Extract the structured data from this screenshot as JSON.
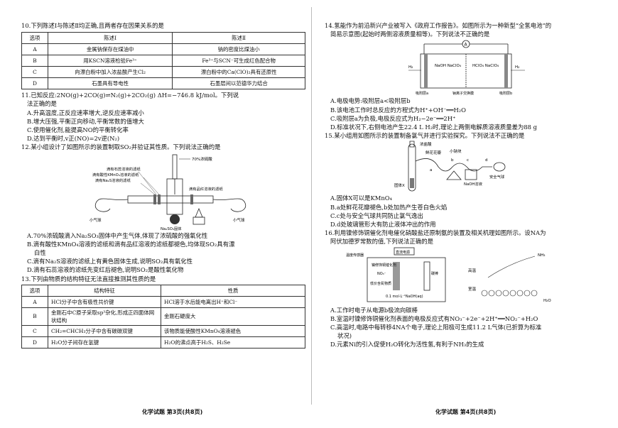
{
  "q10": {
    "stem": "10.下列陈述Ⅰ与陈述Ⅱ均正确,且两者存在因果关系的是",
    "headers": [
      "选项",
      "陈述Ⅰ",
      "陈述Ⅱ"
    ],
    "rows": [
      [
        "A",
        "金属钠保存在煤油中",
        "钠的密度比煤油小"
      ],
      [
        "B",
        "用KSCN溶液检验Fe³⁺",
        "Fe³⁺与SCN⁻可生成红色配合物"
      ],
      [
        "C",
        "向漂白粉中加入浓盐酸产生Cl₂",
        "漂白粉中的Ca(ClO)₂具有还原性"
      ],
      [
        "D",
        "石墨具有导电性",
        "石墨层间以范德华力结合"
      ]
    ]
  },
  "q11": {
    "stem1": "11.已知反应:2NO(g)+2CO(g)⇌N₂(g)+2CO₂(g)  ΔH=−746.8 kJ/mol。下列说",
    "stem2": "法正确的是",
    "A": "A.升高温度,正反应速率增大,逆反应速率减小",
    "B": "B.增大压强,平衡正向移动,平衡常数的值增大",
    "C": "C.使用催化剂,能提高NO的平衡转化率",
    "D": "D.达到平衡时,v正(NO)=2v逆(N₂)"
  },
  "q12": {
    "stem": "12.某小组设计了如图所示的装置制取SO₂并验证其性质。下列说法正确的是",
    "fig": {
      "acid": "70%浓硫酸",
      "p1": "滴有石蕊溶液的滤纸",
      "p2": "滴有酸性KMnO₄溶液的滤纸",
      "p3": "滴有Na₂S溶液的滤纸",
      "p4": "滴有品红溶液的滤纸",
      "balloon": "小气球",
      "solid": "Na₂SO₃固体"
    },
    "A": "A.70%浓硫酸滴入Na₂SO₃固体中产生气体,体现了浓硫酸的强氧化性",
    "B1": "B.滴有酸性KMnO₄溶液的滤纸和滴有品红溶液的滤纸都褪色,均体现SO₂具有漂",
    "B2": "白性",
    "C": "C.滴有Na₂S溶液的滤纸上有黄色固体生成,说明SO₂具有氧化性",
    "D": "D.滴有石蕊溶液的滤纸先变红后褪色,说明SO₂是酸性氧化物"
  },
  "q13": {
    "stem": "13.下列由物质的结构特征无法直接推测其性质的是",
    "headers": [
      "选项",
      "结构特征",
      "性质"
    ],
    "rows": [
      [
        "A",
        "HCl分子中含有极性共价键",
        "HCl溶于水后能电离出H⁺和Cl⁻"
      ],
      [
        "B",
        "金刚石中C原子采取sp³杂化,形成正四面体网状结构",
        "金刚石硬度大"
      ],
      [
        "C",
        "CH₂=CHCH₃分子中含有碳碳双键",
        "该物质能使酸性KMnO₄溶液褪色"
      ],
      [
        "D",
        "H₂O分子间存在氢键",
        "H₂O的沸点高于H₂S、H₂Se"
      ]
    ]
  },
  "q14": {
    "stem1": "14.氢能作为前沿新兴产业被写入《政府工作报告》。如图所示为一种新型“全氢电池”的",
    "stem2": "简易示意图(起始时两侧溶液质量相等)。下列说法不正确的是",
    "fig": {
      "meter": "A",
      "left_sol": "NaOH NaClO₄",
      "right_sol": "HClO₄ NaClO₄",
      "h2": "H₂",
      "ads_a": "吸附层a",
      "membrane": "钠离子交换膜",
      "ads_b": "吸附层b"
    },
    "A": "A.电极电势:吸附层a<吸附层b",
    "B": "B.该电池工作时总反应的方程式为H⁺+OH⁻══H₂O",
    "C": "C.吸附层a为负极,电极反应式为H₂−2e⁻══2H⁺",
    "D": "D.标准状况下,右侧电池产生22.4 L H₂时,理论上两侧电解质溶液质量差为88 g"
  },
  "q15": {
    "stem": "15.某小组用如图所示的装置制备氯气并进行实验探究。下列说法不正确的是",
    "fig": {
      "hcl": "浓盐酸",
      "petal": "鲜花花瓣",
      "sodium": "小钠块",
      "a": "a",
      "b": "b",
      "c": "c",
      "d": "d",
      "solid": "固体X",
      "naoh": "NaOH溶液",
      "balloon": "安全气球"
    },
    "A": "A.固体X可以是KMnO₄",
    "B": "B.a处鲜花花瓣褪色,b处加热产生苍白色火焰",
    "C": "C.c处与安全气球共同防止氯气逸出",
    "D": "D.d处玻璃管形大有防止液体冲出的作用"
  },
  "q16": {
    "stem1": "16.利用镍修饰铜催化剂电催化硝酸盐还原制氨的装置及相关机理如图所示。设NA为",
    "stem2": "阿伏加德罗常数的值,下列说法正确的是",
    "fig": {
      "sensor": "温度传感器",
      "supply": "直流电源",
      "cu": "镍修饰铜催化剂",
      "no3": "NO₃⁻",
      "carbon": "碳棒",
      "nitrate": "低价含氮物质",
      "naoh": "0.1 mol·L⁻¹NaOH(aq)",
      "high": "高温",
      "room": "室温",
      "nh3": "NH₃",
      "h2o": "H₂O"
    },
    "A": "A.工作时电子从电源b极流向碳棒",
    "B": "B.室温时镍修饰铜催化剂表面的电极反应式有NO₃⁻+2e⁻+2H⁺══NO₂⁻+H₂O",
    "C1": "C.高温时,电路中每转移4NA个电子,理论上阳极可生成11.2 L气体(已折算为标准",
    "C2": "状况)",
    "D": "D.元素Ni的引入促使H₂O转化为活性氢,有利于NH₃的生成"
  },
  "footer": {
    "left": "化学试题 第3页(共8页)",
    "right": "化学试题 第4页(共8页)"
  }
}
